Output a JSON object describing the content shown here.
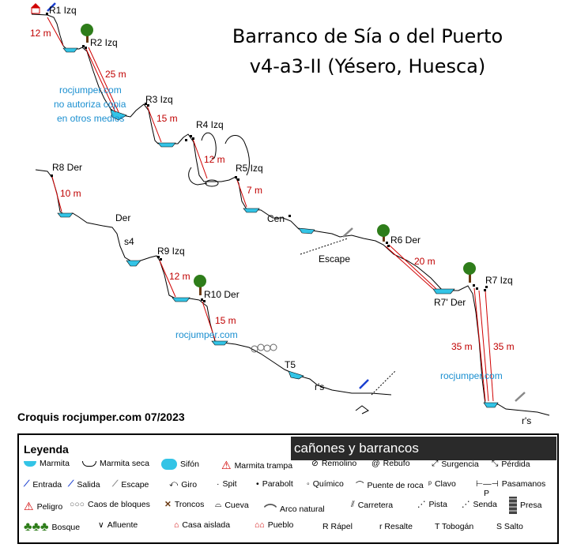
{
  "title": {
    "line1": "Barranco de Sía o del Puerto",
    "line2": "v4-a3-II (Yésero, Huesca)"
  },
  "watermark": {
    "l1": "rocjumper.com",
    "l2": "no autoriza copia",
    "l3": "en otros medios",
    "site": "rocjumper.com"
  },
  "labels": {
    "r1": "R1 Izq",
    "r2": "R2 Izq",
    "r3": "R3 Izq",
    "r4": "R4 Izq",
    "r5": "R5 Izq",
    "r6": "R6 Der",
    "r7": "R7 Izq",
    "r7p": "R7' Der",
    "r8": "R8 Der",
    "r9": "R9 Izq",
    "r10": "R10 Der",
    "der": "Der",
    "s4": "s4",
    "cen": "Cen",
    "escape": "Escape",
    "t5": "T5",
    "rs1": "r's",
    "rs2": "r's"
  },
  "heights": {
    "h12a": "12 m",
    "h25": "25 m",
    "h15a": "15 m",
    "h12b": "12 m",
    "h7": "7 m",
    "h20": "20 m",
    "h35a": "35 m",
    "h35b": "35 m",
    "h10": "10 m",
    "h12c": "12 m",
    "h15b": "15 m"
  },
  "footer": "Croquis rocjumper.com 07/2023",
  "legend": {
    "title": "Leyenda",
    "banner": "cañones y barrancos",
    "items": {
      "marmita": "Marmita",
      "marmita_seca": "Marmita seca",
      "sifon": "Sifón",
      "marmita_trampa": "Marmita trampa",
      "remolino": "Remolino",
      "rebufo": "Rebufo",
      "surgencia": "Surgencia",
      "perdida": "Pérdida",
      "entrada": "Entrada",
      "salida": "Salida",
      "escape": "Escape",
      "giro": "Giro",
      "spit": "Spit",
      "parabolt": "Parabolt",
      "quimico": "Químico",
      "puente": "Puente de roca",
      "clavo": "Clavo",
      "pasamanos": "Pasamanos",
      "peligro": "Peligro",
      "caos": "Caos de bloques",
      "troncos": "Troncos",
      "cueva": "Cueva",
      "arco": "Arco natural",
      "carretera": "Carretera",
      "pista": "Pista",
      "senda": "Senda",
      "presa": "Presa",
      "bosque": "Bosque",
      "afluente": "Afluente",
      "casa": "Casa aislada",
      "pueblo": "Pueblo",
      "rapel": "R Rápel",
      "resalte": "r Resalte",
      "tobogan": "T Tobogán",
      "salto": "S Salto",
      "p_mark": "P"
    }
  },
  "colors": {
    "water": "#33c4e6",
    "rope": "#d00000",
    "tree": "#2e7d1a",
    "trunk": "#6b3a12",
    "text_red": "#c00000",
    "text_blue": "#1a8fd0"
  }
}
